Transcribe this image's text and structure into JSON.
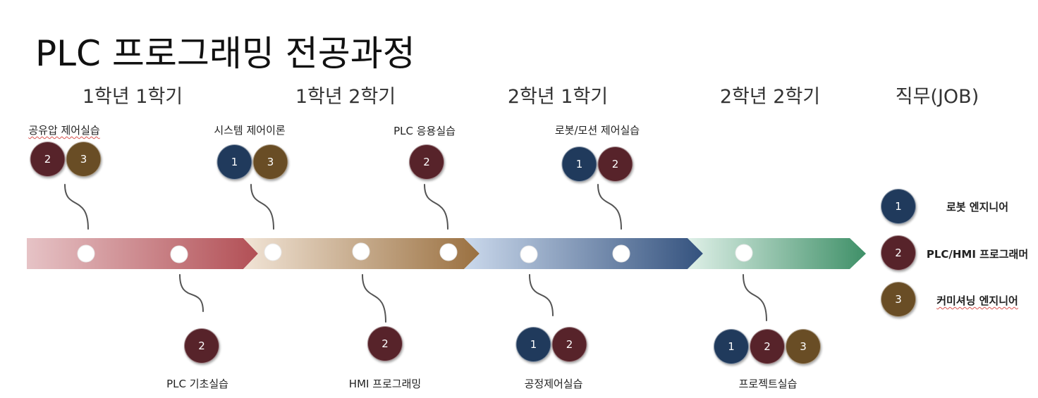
{
  "title": "PLC 프로그래밍 전공과정",
  "semesters": [
    "1학년 1학기",
    "1학년 2학기",
    "2학년 1학기",
    "2학년 2학기"
  ],
  "job_header": "직무(JOB)",
  "courses_top": [
    {
      "name": "공유압 제어실습",
      "badges": [
        "2",
        "3"
      ]
    },
    {
      "name": "시스템 제어이론",
      "badges": [
        "1",
        "3"
      ]
    },
    {
      "name": "PLC 응용실습",
      "badges": [
        "2"
      ]
    },
    {
      "name": "로봇/모션 제어실습",
      "badges": [
        "1",
        "2"
      ]
    }
  ],
  "courses_bottom": [
    {
      "name": "PLC 기초실습",
      "badges": [
        "2"
      ]
    },
    {
      "name": "HMI 프로그래밍",
      "badges": [
        "2"
      ]
    },
    {
      "name": "공정제어실습",
      "badges": [
        "1",
        "2"
      ]
    },
    {
      "name": "프로젝트실습",
      "badges": [
        "1",
        "2",
        "3"
      ]
    }
  ],
  "jobs": [
    {
      "number": "1",
      "label": "로봇 엔지니어"
    },
    {
      "number": "2",
      "label": "PLC/HMI 프로그래머"
    },
    {
      "number": "3",
      "label": "커미셔닝 엔지니어"
    }
  ],
  "colors": {
    "job1": "#203a5c",
    "job2": "#57232a",
    "job3": "#694d25",
    "arrow1": [
      "#e6c3c6",
      "#b24f55"
    ],
    "arrow2": [
      "#f1e4d6",
      "#9a7040"
    ],
    "arrow3": [
      "#cbd9ec",
      "#34527e"
    ],
    "arrow4": [
      "#dff0e8",
      "#3f9068"
    ]
  }
}
